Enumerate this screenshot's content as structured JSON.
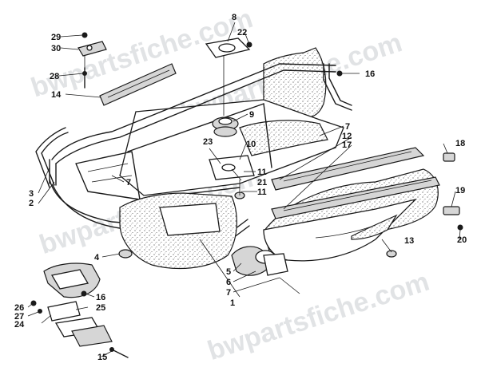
{
  "watermark": {
    "text": "bwpartsfiche.com",
    "color": "#c9cdd1"
  },
  "callouts": [
    {
      "id": "c1",
      "text": "1"
    },
    {
      "id": "c2",
      "text": "2"
    },
    {
      "id": "c3",
      "text": "3"
    },
    {
      "id": "c4",
      "text": "4"
    },
    {
      "id": "c5",
      "text": "5"
    },
    {
      "id": "c6",
      "text": "6"
    },
    {
      "id": "c7a",
      "text": "7"
    },
    {
      "id": "c7b",
      "text": "7"
    },
    {
      "id": "c7c",
      "text": "7"
    },
    {
      "id": "c8",
      "text": "8"
    },
    {
      "id": "c9",
      "text": "9"
    },
    {
      "id": "c10",
      "text": "10"
    },
    {
      "id": "c11a",
      "text": "11"
    },
    {
      "id": "c11b",
      "text": "11"
    },
    {
      "id": "c12",
      "text": "12"
    },
    {
      "id": "c13",
      "text": "13"
    },
    {
      "id": "c14",
      "text": "14"
    },
    {
      "id": "c15",
      "text": "15"
    },
    {
      "id": "c16a",
      "text": "16"
    },
    {
      "id": "c16b",
      "text": "16"
    },
    {
      "id": "c17",
      "text": "17"
    },
    {
      "id": "c18",
      "text": "18"
    },
    {
      "id": "c19",
      "text": "19"
    },
    {
      "id": "c20",
      "text": "20"
    },
    {
      "id": "c21",
      "text": "21"
    },
    {
      "id": "c22",
      "text": "22"
    },
    {
      "id": "c23",
      "text": "23"
    },
    {
      "id": "c24",
      "text": "24"
    },
    {
      "id": "c25",
      "text": "25"
    },
    {
      "id": "c26",
      "text": "26"
    },
    {
      "id": "c27",
      "text": "27"
    },
    {
      "id": "c28",
      "text": "28"
    },
    {
      "id": "c29",
      "text": "29"
    },
    {
      "id": "c30",
      "text": "30"
    }
  ]
}
